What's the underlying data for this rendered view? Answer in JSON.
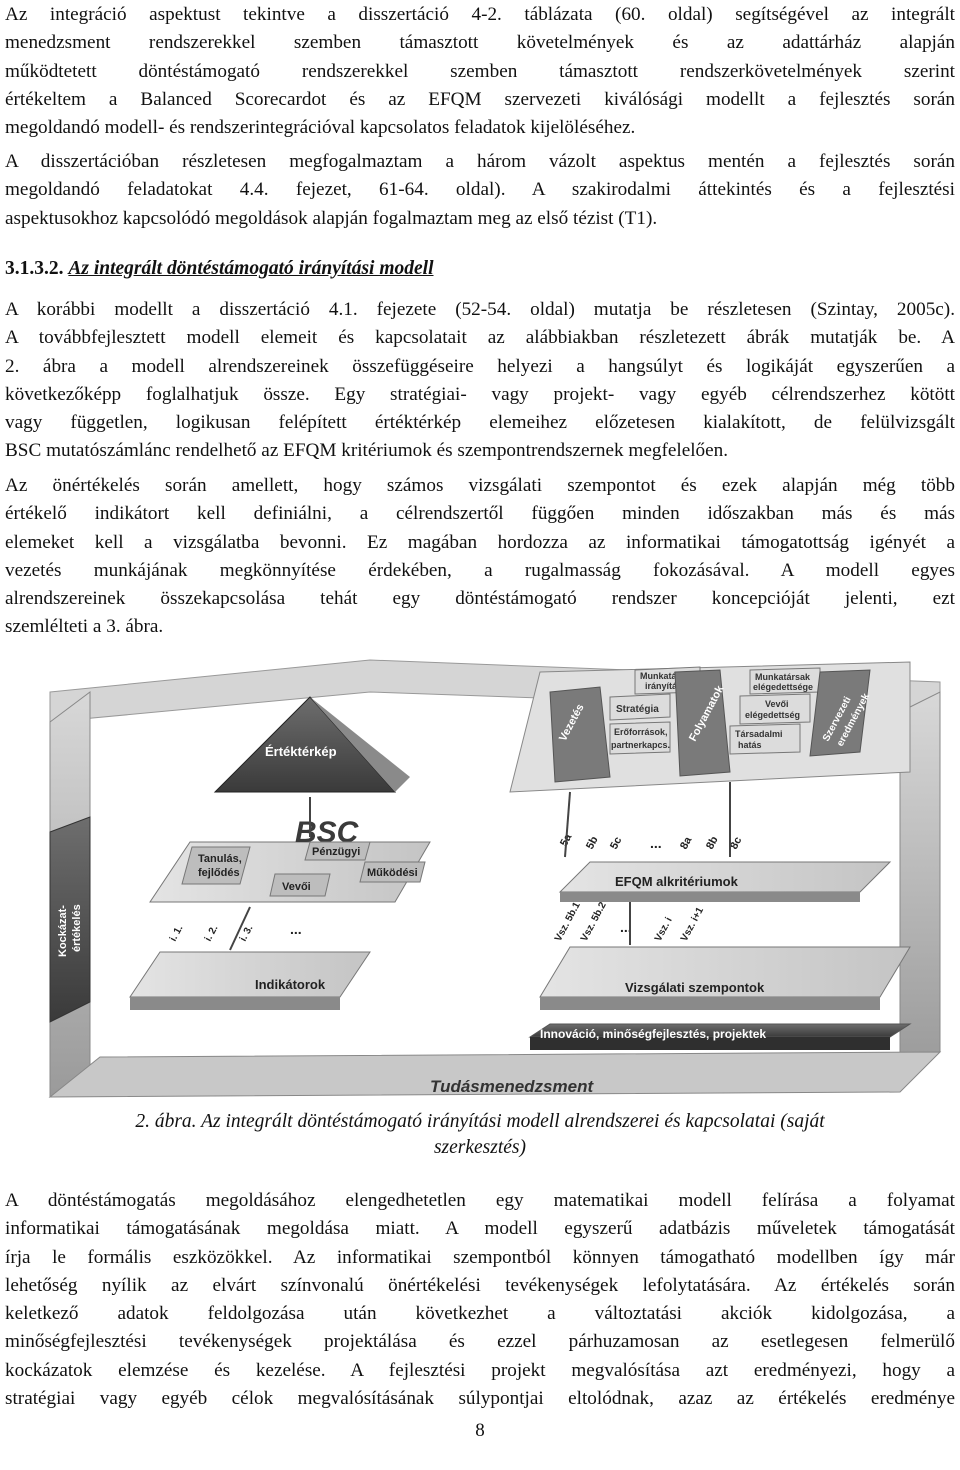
{
  "paragraphs": {
    "p1": [
      "Az integráció aspektust tekintve a disszertáció 4-2. táblázata (60. oldal) segítségével az integrált",
      "menedzsment rendszerekkel szemben támasztott követelmények és az adattárház alapján",
      "működtetett döntéstámogató rendszerekkel szemben támasztott rendszerkövetelmények szerint",
      "értékeltem a Balanced Scorecardot és az EFQM szervezeti kiválósági modellt a fejlesztés során",
      "megoldandó modell- és rendszerintegrációval kapcsolatos feladatok kijelöléséhez."
    ],
    "p2": [
      "A disszertációban részletesen megfogalmaztam a három vázolt aspektus mentén a fejlesztés során",
      "megoldandó feladatokat 4.4. fejezet, 61-64. oldal). A szakirodalmi áttekintés és a fejlesztési",
      "aspektusokhoz kapcsolódó megoldások alapján fogalmaztam meg az első tézist (T1)."
    ],
    "p3": [
      "A korábbi modellt a disszertáció 4.1. fejezete (52-54. oldal) mutatja be részletesen (Szintay, 2005c).",
      "A továbbfejlesztett modell elemeit és kapcsolatait az alábbiakban részletezett ábrák mutatják be. A",
      "2. ábra a modell alrendszereinek összefüggéseire helyezi a hangsúlyt és logikáját egyszerűen a",
      "következőképp foglalhatjuk össze. Egy stratégiai- vagy projekt- vagy egyéb célrendszerhez kötött",
      "vagy független, logikusan felépített értéktérkép elemeihez előzetesen kialakított, de felülvizsgált",
      "BSC mutatószámlánc rendelhető az EFQM kritériumok és szempontrendszernek megfelelően."
    ],
    "p4": [
      "Az önértékelés során amellett, hogy számos vizsgálati szempontot és ezek alapján még több",
      "értékelő indikátort kell definiálni, a célrendszertől függően minden időszakban más és más",
      "elemeket kell a vizsgálatba bevonni. Ez magában hordozza az informatikai támogatottság igényét a",
      "vezetés munkájának megkönnyítése érdekében, a rugalmasság fokozásával. A modell egyes",
      "alrendszereinek összekapcsolása tehát egy döntéstámogató rendszer koncepcióját jelenti, ezt",
      "szemlélteti a 3. ábra."
    ],
    "p5": [
      "A döntéstámogatás megoldásához elengedhetetlen egy matematikai modell felírása a folyamat",
      "informatikai támogatásának megoldása miatt. A modell egyszerű adatbázis műveletek támogatását",
      "írja le formális eszközökkel. Az informatikai szempontból könnyen támogatható modellben így már",
      "lehetőség nyílik az elvárt színvonalú önértékelési tevékenységek lefolytatására. Az értékelés során",
      "keletkező adatok feldolgozása után következhet a változtatási akciók kidolgozása, a",
      "minőségfejlesztési tevékenységek projektálása és ezzel párhuzamosan az esetlegesen felmerülő",
      "kockázatok elemzése és kezelése. A fejlesztési projekt megvalósítása azt eredményezi, hogy a",
      "stratégiai vagy egyéb célok megvalósításának súlypontjai eltolódnak, azaz az értékelés eredménye"
    ]
  },
  "heading": {
    "number": "3.1.3.2.",
    "title": "Az integrált döntéstámogató irányítási modell"
  },
  "figure": {
    "ertekterkep": "Értéktérkép",
    "bsc": "BSC",
    "tanulas": "Tanulás,",
    "fejlodes": "fejlődés",
    "penzugyi": "Pénzügyi",
    "mukodesi": "Működési",
    "vevoi": "Vevői",
    "kockazat1": "Kockázat-",
    "kockazat2": "értékelés",
    "indikatorok": "Indikátorok",
    "i1": "i. 1.",
    "i2": "i. 2.",
    "i3": "i. 3.",
    "dots1": "...",
    "vezetes": "Vezetés",
    "strategia": "Stratégia",
    "munkatarsak_iranyitasa1": "Munkatársak",
    "munkatarsak_iranyitasa2": "irányítása",
    "eroforrasok1": "Erőforrások,",
    "eroforrasok2": "partnerkapcs.",
    "folyamatok": "Folyamatok",
    "munkatarsak_eleg1": "Munkatársak",
    "munkatarsak_eleg2": "elégedettsége",
    "vevoi_eleg1": "Vevői",
    "vevoi_eleg2": "elégedettség",
    "tarsadalmi1": "Társadalmi",
    "tarsadalmi2": "hatás",
    "szervezeti1": "Szervezeti",
    "szervezeti2": "eredmények",
    "efqm_alkrit": "EFQM alkritériumok",
    "sub5a": "5a",
    "sub5b": "5b",
    "sub5c": "5c",
    "sub8a": "8a",
    "sub8b": "8b",
    "sub8c": "8c",
    "dots2": "...",
    "vsz1": "Vsz. 5b.1",
    "vsz2": "Vsz. 5b.2",
    "dots3": "...",
    "vszi": "Vsz. i",
    "vszi1": "Vsz. i+1",
    "vizsgalati": "Vizsgálati szempontok",
    "innovacio": "Innováció, minőségfejlesztés, projektek",
    "tudas": "Tudásmenedzsment"
  },
  "caption": {
    "line1": "2. ábra. Az integrált döntéstámogató irányítási modell alrendszerei és kapcsolatai (saját",
    "line2": "szerkesztés)"
  },
  "page_number": "8"
}
